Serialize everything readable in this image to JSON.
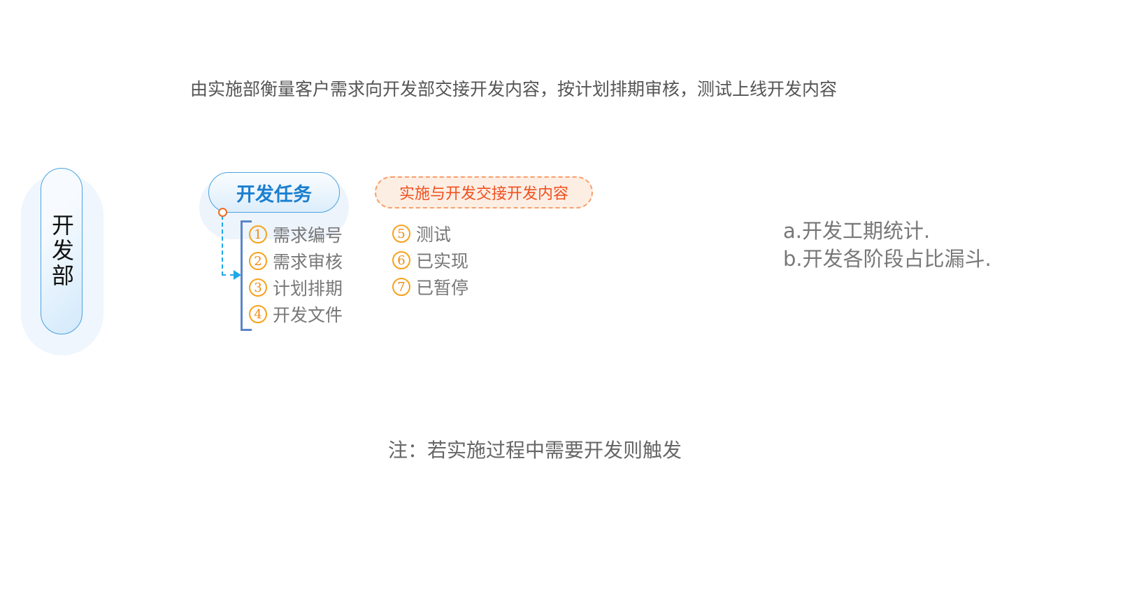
{
  "description": "由实施部衡量客户需求向开发部交接开发内容，按计划排期审核，测试上线开发内容",
  "department": "开发部",
  "task_node": "开发任务",
  "handoff_node": "实施与开发交接开发内容",
  "steps_left": [
    {
      "num": "1",
      "label": "需求编号"
    },
    {
      "num": "2",
      "label": "需求审核"
    },
    {
      "num": "3",
      "label": "计划排期"
    },
    {
      "num": "4",
      "label": "开发文件"
    }
  ],
  "steps_right": [
    {
      "num": "5",
      "label": "测试"
    },
    {
      "num": "6",
      "label": "已实现"
    },
    {
      "num": "7",
      "label": "已暂停"
    }
  ],
  "stats": [
    "a.开发工期统计.",
    "b.开发各阶段占比漏斗."
  ],
  "note": "注：若实施过程中需要开发则触发",
  "colors": {
    "blue": "#1a7fd0",
    "orange": "#f0501e",
    "badge": "#f7a21b"
  }
}
